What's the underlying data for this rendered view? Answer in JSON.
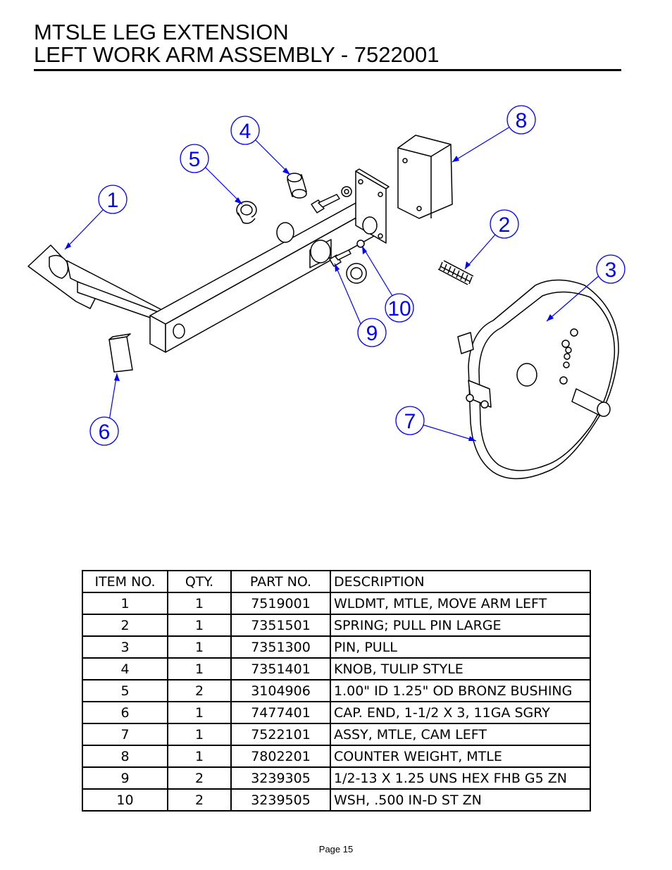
{
  "header": {
    "title_line1": "MTSLE LEG EXTENSION",
    "title_line2": "LEFT WORK ARM ASSEMBLY - 7522001"
  },
  "colors": {
    "callout": "#0000ff",
    "line": "#000000"
  },
  "callouts": [
    "1",
    "2",
    "3",
    "4",
    "5",
    "6",
    "7",
    "8",
    "9",
    "10"
  ],
  "table": {
    "headers": {
      "item": "ITEM NO.",
      "qty": "QTY.",
      "part": "PART NO.",
      "desc": "DESCRIPTION"
    },
    "rows": [
      {
        "item": "1",
        "qty": "1",
        "part": "7519001",
        "desc": "WLDMT, MTLE, MOVE ARM LEFT"
      },
      {
        "item": "2",
        "qty": "1",
        "part": "7351501",
        "desc": "SPRING; PULL PIN LARGE"
      },
      {
        "item": "3",
        "qty": "1",
        "part": "7351300",
        "desc": "PIN, PULL"
      },
      {
        "item": "4",
        "qty": "1",
        "part": "7351401",
        "desc": "KNOB, TULIP STYLE"
      },
      {
        "item": "5",
        "qty": "2",
        "part": "3104906",
        "desc": "1.00\" ID 1.25\" OD BRONZ BUSHING"
      },
      {
        "item": "6",
        "qty": "1",
        "part": "7477401",
        "desc": "CAP. END, 1-1/2 X 3, 11GA SGRY"
      },
      {
        "item": "7",
        "qty": "1",
        "part": "7522101",
        "desc": "ASSY, MTLE, CAM LEFT"
      },
      {
        "item": "8",
        "qty": "1",
        "part": "7802201",
        "desc": "COUNTER WEIGHT, MTLE"
      },
      {
        "item": "9",
        "qty": "2",
        "part": "3239305",
        "desc": "1/2-13 X 1.25 UNS HEX FHB G5 ZN"
      },
      {
        "item": "10",
        "qty": "2",
        "part": "3239505",
        "desc": "WSH,  .500 IN-D ST ZN"
      }
    ]
  },
  "footer": {
    "page": "Page 15"
  }
}
